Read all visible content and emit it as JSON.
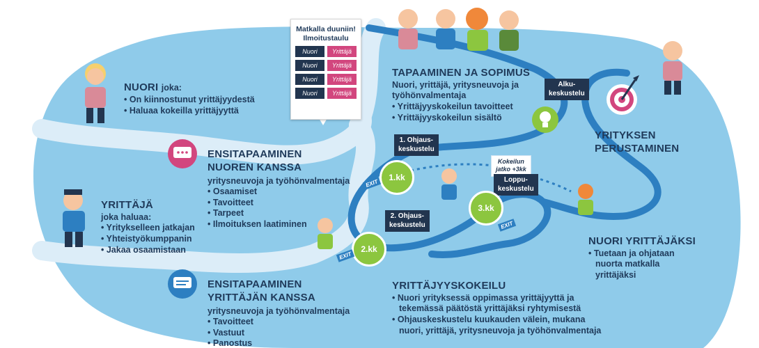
{
  "board": {
    "title": "Matkalla duuniin! Ilmoitustaulu",
    "rows": [
      {
        "left": "Nuori",
        "right": "Yrittäjä"
      },
      {
        "left": "Nuori",
        "right": "Yrittäjä"
      },
      {
        "left": "Nuori",
        "right": "Yrittäjä"
      },
      {
        "left": "Nuori",
        "right": "Yrittäjä"
      }
    ]
  },
  "nuori": {
    "title": "NUORI",
    "title_suffix": "joka:",
    "bullets": [
      "On kiinnostunut yrittäjyydestä",
      "Haluaa kokeilla yrittäjyyttä"
    ]
  },
  "yrittaja": {
    "title": "YRITTÄJÄ",
    "subtitle": "joka haluaa:",
    "bullets": [
      "Yritykselleen jatkajan",
      "Yhteistyökumppanin",
      "Jakaa osaamistaan"
    ]
  },
  "ensitapaaminen_nuori": {
    "title_line1": "ENSITAPAAMINEN",
    "title_line2": "NUOREN KANSSA",
    "subtitle": "yritysneuvoja ja työhönvalmentaja",
    "bullets": [
      "Osaamiset",
      "Tavoitteet",
      "Tarpeet",
      "Ilmoituksen laatiminen"
    ]
  },
  "ensitapaaminen_yrittaja": {
    "title_line1": "ENSITAPAAMINEN",
    "title_line2": "YRITTÄJÄN KANSSA",
    "subtitle": "yritysneuvoja ja työhönvalmentaja",
    "bullets": [
      "Tavoitteet",
      "Vastuut",
      "Panostus"
    ]
  },
  "tapaaminen": {
    "title": "TAPAAMINEN JA SOPIMUS",
    "text_line1": "Nuori, yrittäjä, yritysneuvoja ja",
    "text_line2": "työhönvalmentaja",
    "bullets": [
      "Yrittäjyyskokeilun tavoitteet",
      "Yrittäjyyskokeilun sisältö"
    ]
  },
  "yrityksen_perustaminen": {
    "line1": "YRITYKSEN",
    "line2": "PERUSTAMINEN"
  },
  "nuori_yrittajaksi": {
    "title": "NUORI YRITTÄJÄKSI",
    "bullets_line1": "Tuetaan ja ohjataan",
    "bullets_line2": "nuorta matkalla",
    "bullets_line3": "yrittäjäksi"
  },
  "yrittajyyskokeilu": {
    "title": "YRITTÄJYYSKOKEILU",
    "b1_line1": "Nuori yrityksessä oppimassa yrittäjyyttä ja",
    "b1_line2": "tekemässä päätöstä yrittäjäksi ryhtymisestä",
    "b2_line1": "Ohjauskeskustelu kuukauden välein, mukana",
    "b2_line2": "nuori, yrittäjä, yritysneuvoja ja työhönvalmentaja"
  },
  "tags": {
    "alku_line1": "Alku-",
    "alku_line2": "keskustelu",
    "ohjaus1_line1": "1. Ohjaus-",
    "ohjaus1_line2": "keskustelu",
    "ohjaus2_line1": "2. Ohjaus-",
    "ohjaus2_line2": "keskustelu",
    "jatko_line1": "Kokeilun",
    "jatko_line2": "jatko +3kk",
    "loppu_line1": "Loppu-",
    "loppu_line2": "keskustelu"
  },
  "milestones": {
    "m1": "1.kk",
    "m2": "2.kk",
    "m3": "3.kk"
  },
  "exits": {
    "e1": "EXIT",
    "e2": "EXIT",
    "e3": "EXIT"
  },
  "colors": {
    "water": "#8fcbea",
    "road": "#dcedf8",
    "navy": "#22354f",
    "green": "#8cc63f",
    "pink": "#d2467e"
  }
}
